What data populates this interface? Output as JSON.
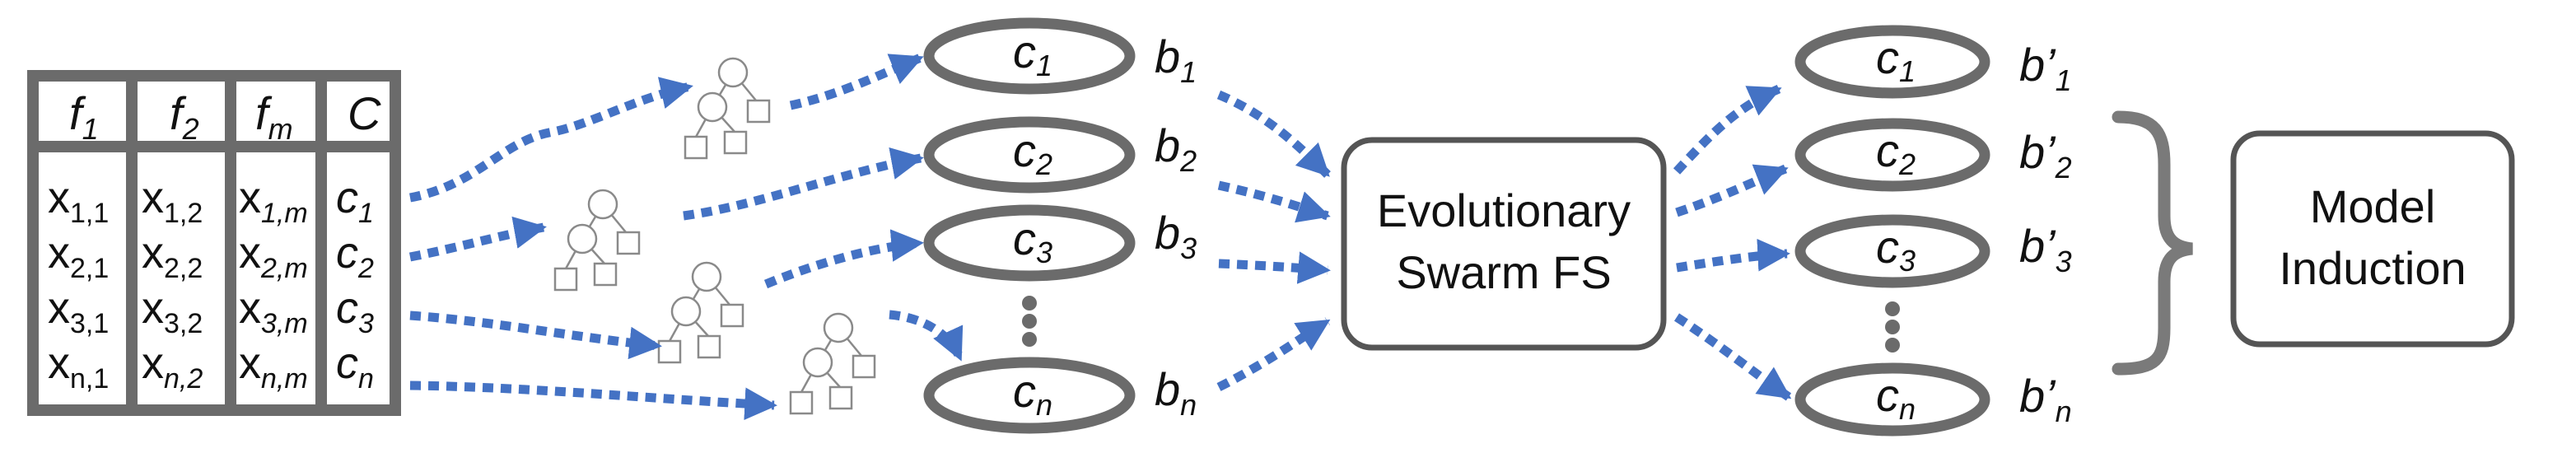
{
  "colors": {
    "arrow": "#4472c4",
    "outline": "#6b6b6b",
    "text": "#111111",
    "background": "#ffffff"
  },
  "table": {
    "headers": [
      {
        "base": "f",
        "sub": "1"
      },
      {
        "base": "f",
        "sub": "2"
      },
      {
        "base": "f",
        "sub": "m"
      },
      {
        "base": "C",
        "sub": ""
      }
    ],
    "columns": [
      [
        {
          "base": "x",
          "sub": "1,1"
        },
        {
          "base": "x",
          "sub": "2,1"
        },
        {
          "base": "x",
          "sub": "3,1"
        },
        {
          "base": "x",
          "sub": "n,1"
        }
      ],
      [
        {
          "base": "x",
          "sub": "1,2"
        },
        {
          "base": "x",
          "sub": "2,2"
        },
        {
          "base": "x",
          "sub": "3,2"
        },
        {
          "base": "x",
          "sub": "n,2"
        }
      ],
      [
        {
          "base": "x",
          "sub": "1,m"
        },
        {
          "base": "x",
          "sub": "2,m"
        },
        {
          "base": "x",
          "sub": "3,m"
        },
        {
          "base": "x",
          "sub": "n,m"
        }
      ],
      [
        {
          "base": "c",
          "sub": "1"
        },
        {
          "base": "c",
          "sub": "2"
        },
        {
          "base": "c",
          "sub": "3"
        },
        {
          "base": "c",
          "sub": "n"
        }
      ]
    ]
  },
  "classifiers": [
    {
      "base": "c",
      "sub": "1"
    },
    {
      "base": "c",
      "sub": "2"
    },
    {
      "base": "c",
      "sub": "3"
    },
    {
      "base": "c",
      "sub": "n"
    }
  ],
  "behaviours": [
    {
      "base": "b",
      "sub": "1"
    },
    {
      "base": "b",
      "sub": "2"
    },
    {
      "base": "b",
      "sub": "3"
    },
    {
      "base": "b",
      "sub": "n"
    }
  ],
  "fs_box": {
    "line1": "Evolutionary",
    "line2": "Swarm FS"
  },
  "selected_classifiers": [
    {
      "base": "c",
      "sub": "1"
    },
    {
      "base": "c",
      "sub": "2"
    },
    {
      "base": "c",
      "sub": "3"
    },
    {
      "base": "c",
      "sub": "n"
    }
  ],
  "selected_behaviours": [
    {
      "base": "b’",
      "sub": "1"
    },
    {
      "base": "b’",
      "sub": "2"
    },
    {
      "base": "b’",
      "sub": "3"
    },
    {
      "base": "b’",
      "sub": "n"
    }
  ],
  "model_box": {
    "line1": "Model",
    "line2": "Induction"
  }
}
